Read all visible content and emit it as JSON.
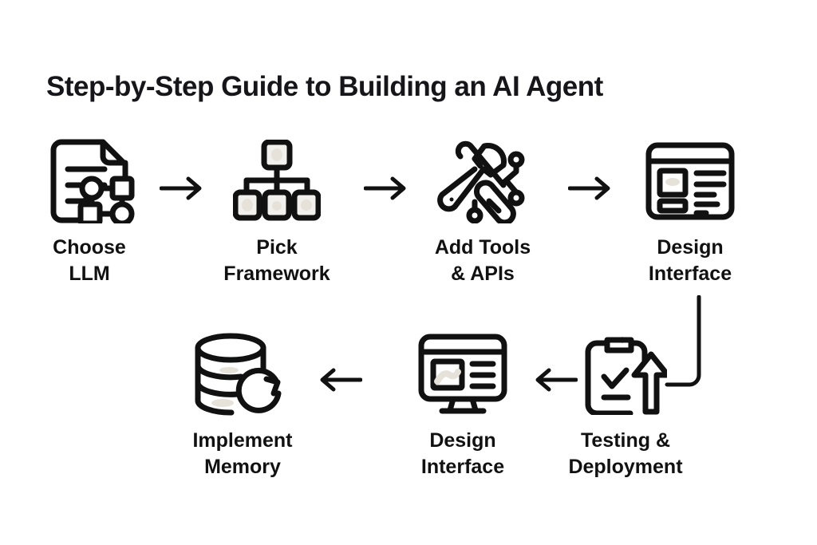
{
  "title": "Step-by-Step Guide to Building an AI Agent",
  "colors": {
    "background": "#ffffff",
    "stroke": "#111111",
    "title": "#16161a",
    "icon_fill": "#f2f0ec",
    "icon_fill_shadow": "#e6e2da"
  },
  "diagram": {
    "type": "flowchart",
    "direction": "serpentine-left-to-right-then-right-to-left",
    "steps": [
      {
        "order": 1,
        "label": "Choose\nLLM",
        "icon": "document-graph-icon",
        "row": "top",
        "column": 1
      },
      {
        "order": 2,
        "label": "Pick\nFramework",
        "icon": "hierarchy-icon",
        "row": "top",
        "column": 2
      },
      {
        "order": 3,
        "label": "Add Tools\n& APIs",
        "icon": "tools-circuit-icon",
        "row": "top",
        "column": 3
      },
      {
        "order": 4,
        "label": "Design\nInterface",
        "icon": "browser-layout-icon",
        "row": "top",
        "column": 4
      },
      {
        "order": 5,
        "label": "Testing &\nDeployment",
        "icon": "clipboard-deploy-icon",
        "row": "bottom",
        "column": 4
      },
      {
        "order": 6,
        "label": "Design\nInterface",
        "icon": "monitor-icon",
        "row": "bottom",
        "column": 3
      },
      {
        "order": 7,
        "label": "Implement\nMemory",
        "icon": "database-refresh-icon",
        "row": "bottom",
        "column": 2
      }
    ],
    "connectors": [
      {
        "id": "arrow-1",
        "from": "Choose LLM",
        "to": "Pick Framework",
        "shape": "straight",
        "direction": "right"
      },
      {
        "id": "arrow-2",
        "from": "Pick Framework",
        "to": "Add Tools & APIs",
        "shape": "straight",
        "direction": "right"
      },
      {
        "id": "arrow-3",
        "from": "Add Tools & APIs",
        "to": "Design Interface",
        "shape": "straight",
        "direction": "right"
      },
      {
        "id": "elbow",
        "from": "Design Interface",
        "to": "Testing & Deployment",
        "shape": "elbow",
        "direction": "down-then-left"
      },
      {
        "id": "arrow-4",
        "from": "Testing & Deployment",
        "to": "Design Interface",
        "shape": "straight",
        "direction": "left"
      },
      {
        "id": "arrow-5",
        "from": "Design Interface",
        "to": "Implement Memory",
        "shape": "straight",
        "direction": "left"
      }
    ]
  }
}
